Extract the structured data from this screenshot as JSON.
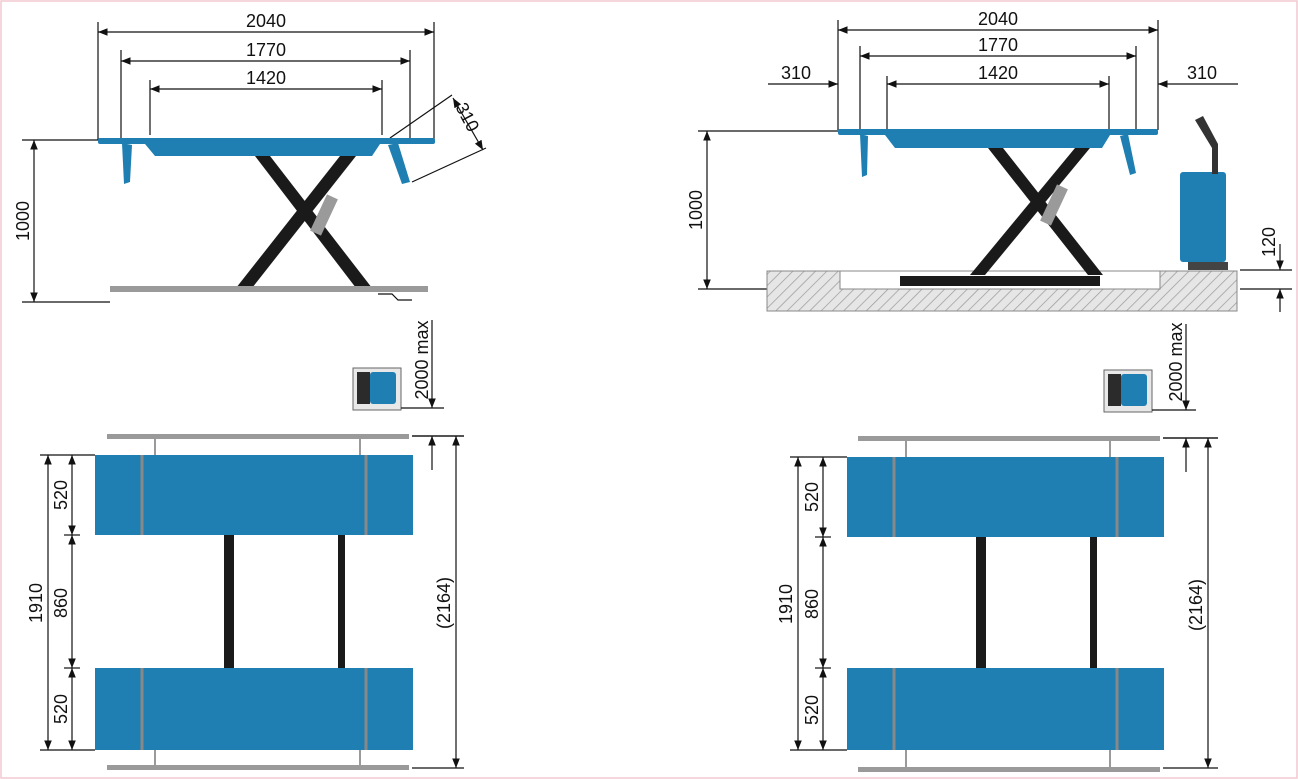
{
  "left_side_view": {
    "dim_overall": "2040",
    "dim_middle": "1770",
    "dim_inner": "1420",
    "dim_arm": "310",
    "dim_height": "1000"
  },
  "right_side_view": {
    "dim_overall": "2040",
    "dim_middle": "1770",
    "dim_inner": "1420",
    "dim_left_ext": "310",
    "dim_right_ext": "310",
    "dim_height": "1000",
    "dim_recess": "120"
  },
  "left_top_view": {
    "dim_clearance": "2000 max",
    "dim_pad_top": "520",
    "dim_gap": "860",
    "dim_pad_bottom": "520",
    "dim_total": "1910",
    "dim_overall_length": "(2164)"
  },
  "right_top_view": {
    "dim_clearance": "2000 max",
    "dim_pad_top": "520",
    "dim_gap": "860",
    "dim_pad_bottom": "520",
    "dim_total": "1910",
    "dim_overall_length": "(2164)"
  },
  "colors": {
    "lift_blue": "#1f7fb2",
    "scissor_black": "#1a1a1a",
    "base_gray": "#9a9a9a",
    "border_pink": "#f0c8d0"
  }
}
